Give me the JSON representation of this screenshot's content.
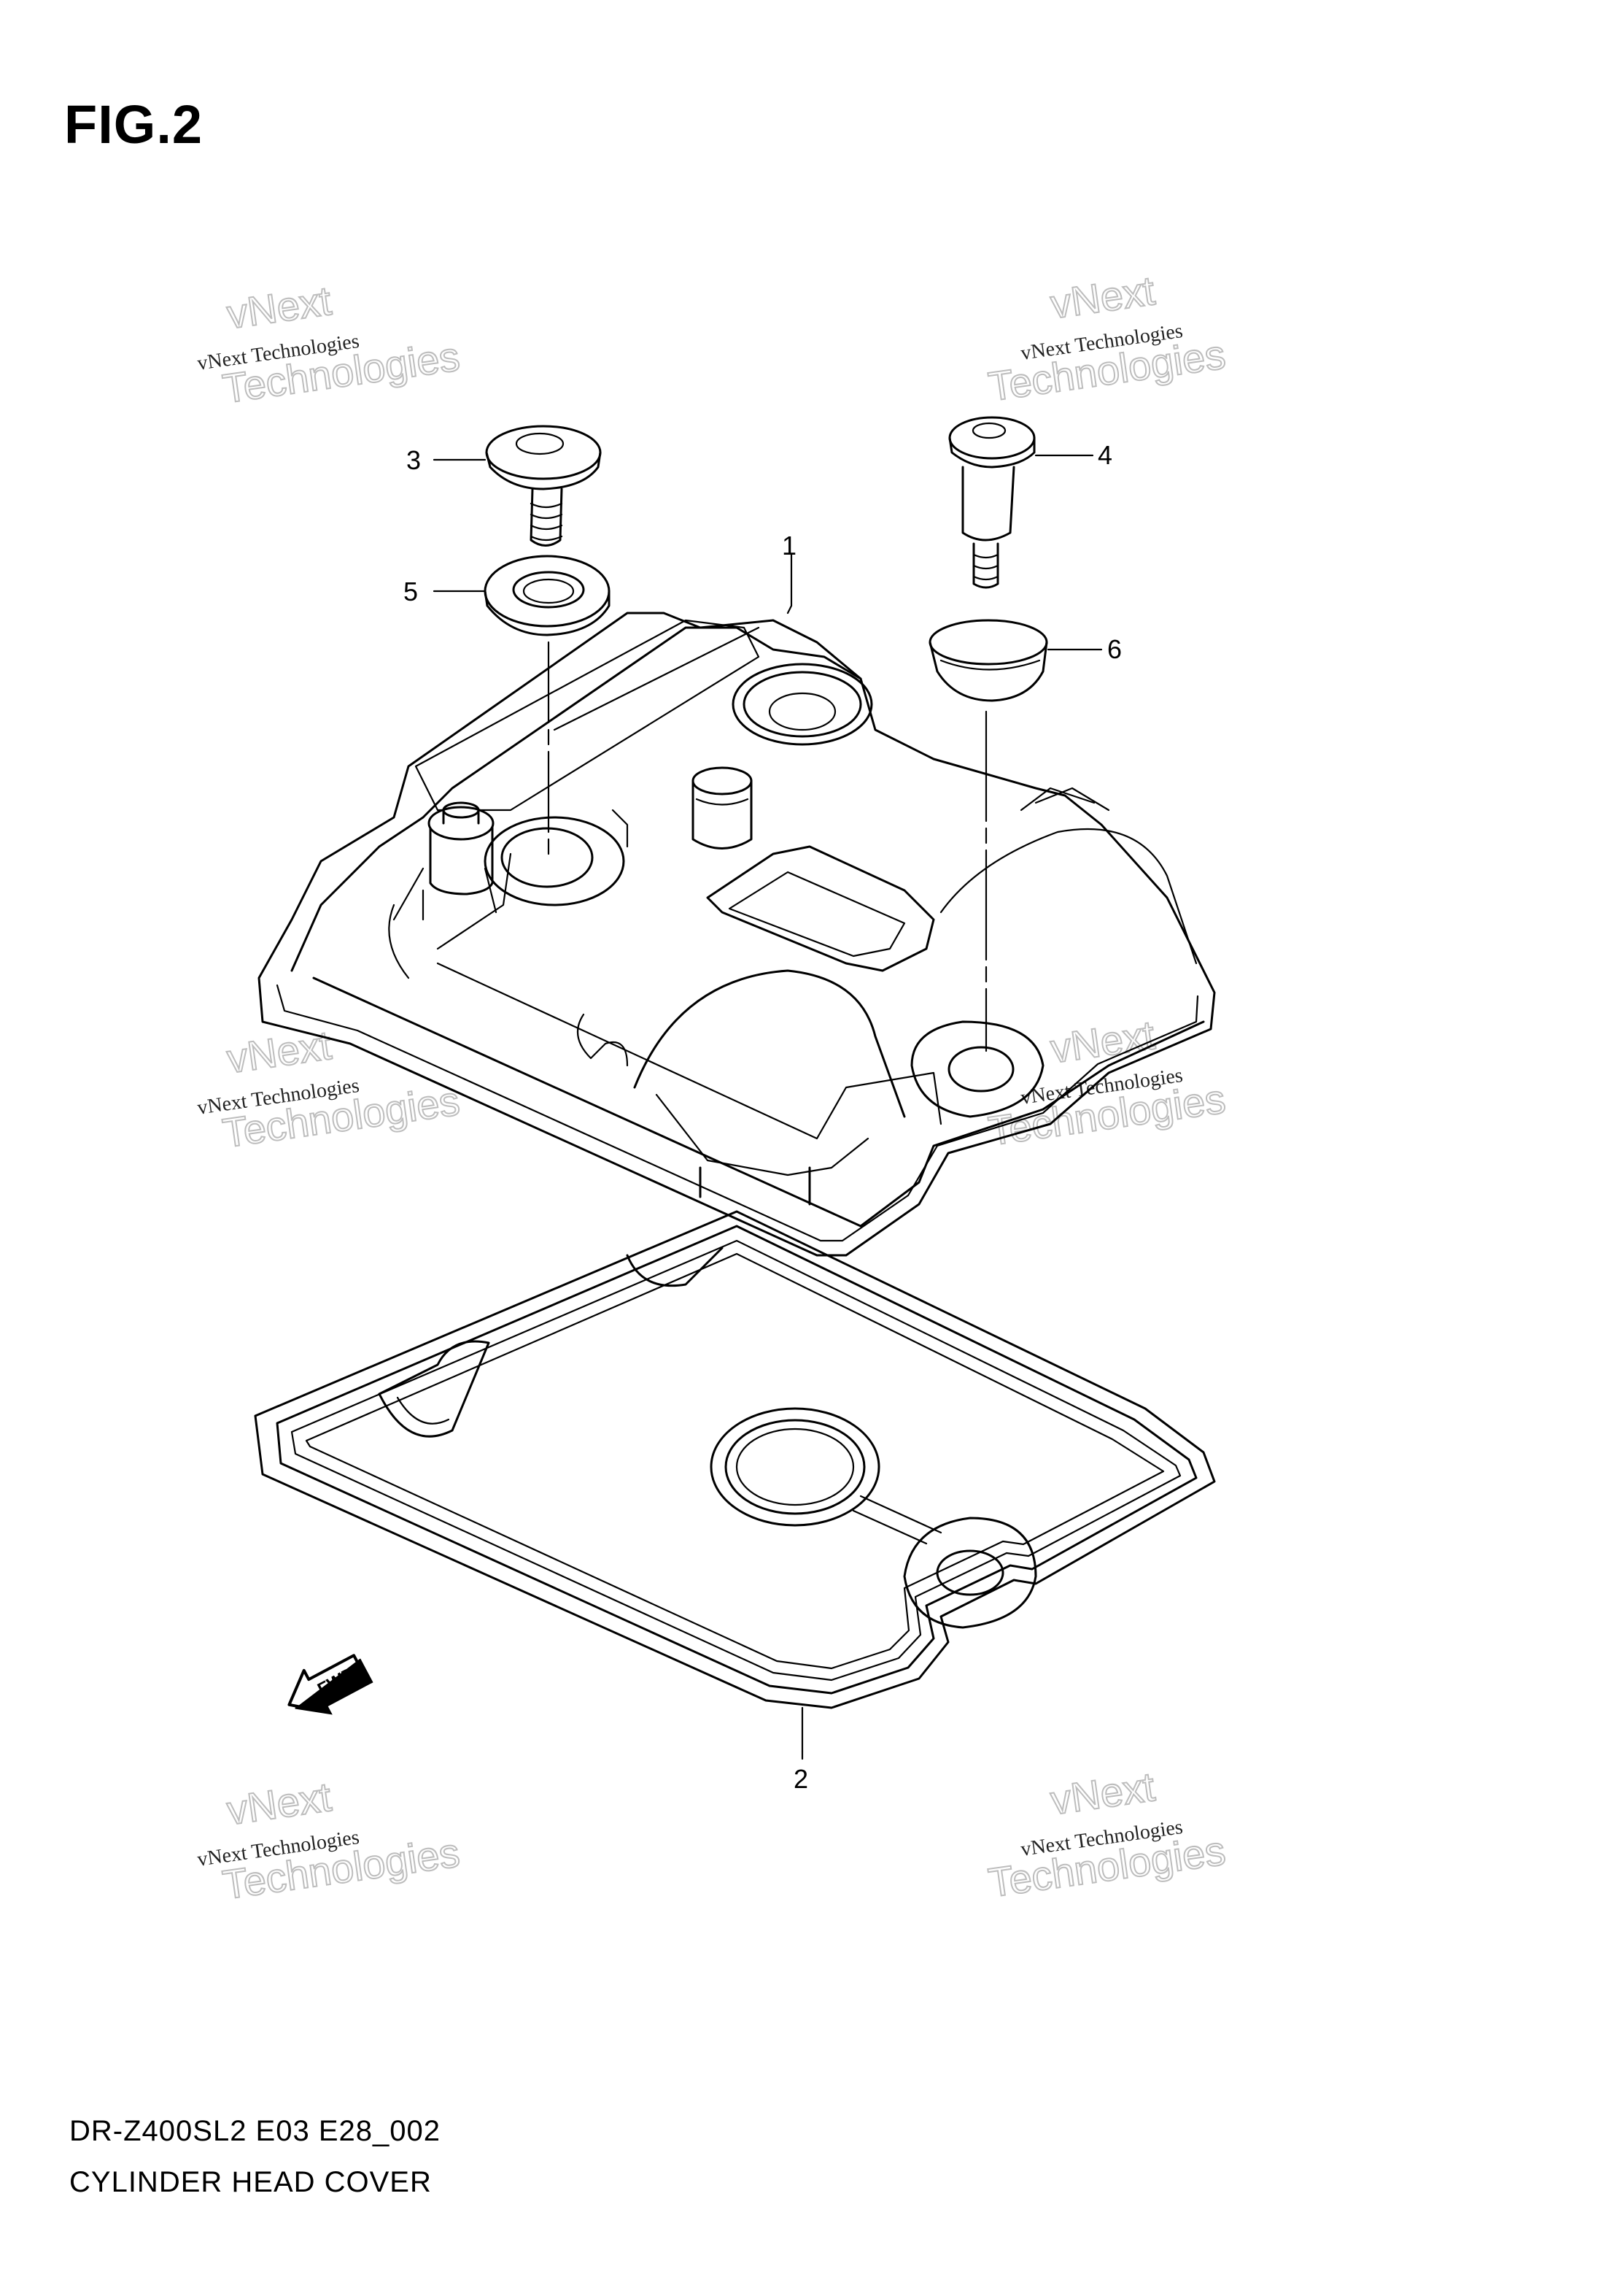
{
  "figure": {
    "title": "FIG.2",
    "model_code": "DR-Z400SL2 E03 E28_002",
    "section_name": "CYLINDER HEAD COVER"
  },
  "callouts": [
    {
      "id": "1",
      "part": "cylinder-head-cover"
    },
    {
      "id": "2",
      "part": "cover-gasket"
    },
    {
      "id": "3",
      "part": "bolt-short"
    },
    {
      "id": "4",
      "part": "bolt-long"
    },
    {
      "id": "5",
      "part": "washer"
    },
    {
      "id": "6",
      "part": "grommet"
    }
  ],
  "watermark": {
    "line1": "vNext",
    "line2": "vNext Technologies",
    "line3": "Technologies"
  },
  "direction_marker": {
    "label": "FWD",
    "icon": "arrow-fwd-icon"
  }
}
